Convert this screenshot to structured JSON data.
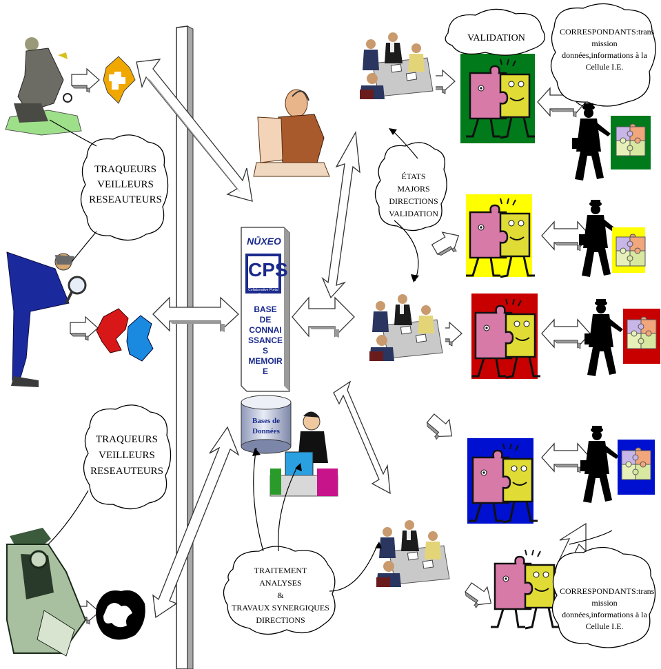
{
  "clouds": {
    "validation": "VALIDATION",
    "correspondants_top": "CORRESPONDANTS:trans mission données,informations à la Cellule I.E.",
    "traqueurs_top_1": "TRAQUEURS",
    "traqueurs_top_2": "VEILLEURS",
    "traqueurs_top_3": "RESEAUTEURS",
    "etats_1": "ÉTATS",
    "etats_2": "MAJORS",
    "etats_3": "DIRECTIONS",
    "etats_4": "VALIDATION",
    "traqueurs_bottom_1": "TRAQUEURS",
    "traqueurs_bottom_2": "VEILLEURS",
    "traqueurs_bottom_3": "RESEAUTEURS",
    "traitement_1": "TRAITEMENT",
    "traitement_2": "ANALYSES",
    "traitement_3": "&",
    "traitement_4": "TRAVAUX SYNERGIQUES",
    "traitement_5": "DIRECTIONS",
    "correspondants_bottom": "CORRESPONDANTS:trans mission données,informations à la Cellule I.E."
  },
  "server": {
    "brand": "NŪXEO",
    "product": "CPS",
    "product_sub": "Collaborative Portal Server",
    "kb_1": "BASE",
    "kb_2": "DE",
    "kb_3": "CONNAI",
    "kb_4": "SSANCE",
    "kb_5": "S",
    "kb_6": "MEMOIR",
    "kb_7": "E"
  },
  "database": {
    "line1": "Bases de",
    "line2": "Données"
  },
  "colors": {
    "green_panel": "#007a1a",
    "yellow_panel": "#ffff00",
    "red_panel": "#c80000",
    "blue_panel": "#0010d0",
    "puzzle_pink": "#d77aa8",
    "puzzle_yellow": "#e0dc35",
    "arrow_fill": "#ffffff",
    "arrow_shade": "#a8a8a8"
  }
}
